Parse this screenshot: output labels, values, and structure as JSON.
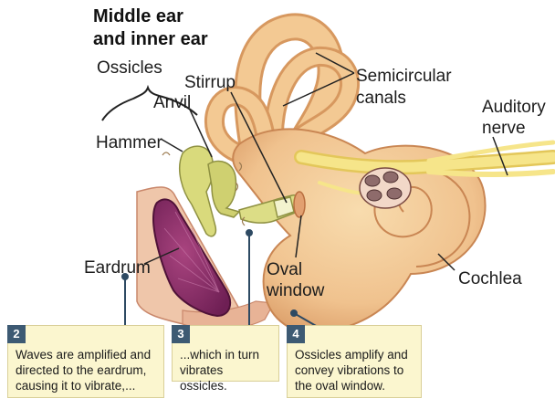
{
  "title": {
    "line1": "Middle ear",
    "line2": "and inner ear"
  },
  "labels": {
    "ossicles": "Ossicles",
    "stirrup": "Stirrup",
    "anvil": "Anvil",
    "hammer": "Hammer",
    "eardrum": "Eardrum",
    "oval_window": "Oval\nwindow",
    "semicircular": "Semicircular\ncanals",
    "auditory": "Auditory\nnerve",
    "cochlea": "Cochlea"
  },
  "steps": [
    {
      "num": "2",
      "text": "Waves are amplified and\ndirected to the eardrum,\ncausing it to vibrate,..."
    },
    {
      "num": "3",
      "text": "...which in turn\nvibrates ossicles."
    },
    {
      "num": "4",
      "text": "Ossicles amplify and\nconvey vibrations to\nthe oval window."
    }
  ],
  "colors": {
    "flesh": "#f2c896",
    "flesh_dark": "#d79a66",
    "eardrum": "#8a2e6a",
    "bone": "#d8d97a",
    "nerve": "#f4e27a",
    "callout_bg": "#fbf6cf",
    "badge": "#3d5a73"
  }
}
